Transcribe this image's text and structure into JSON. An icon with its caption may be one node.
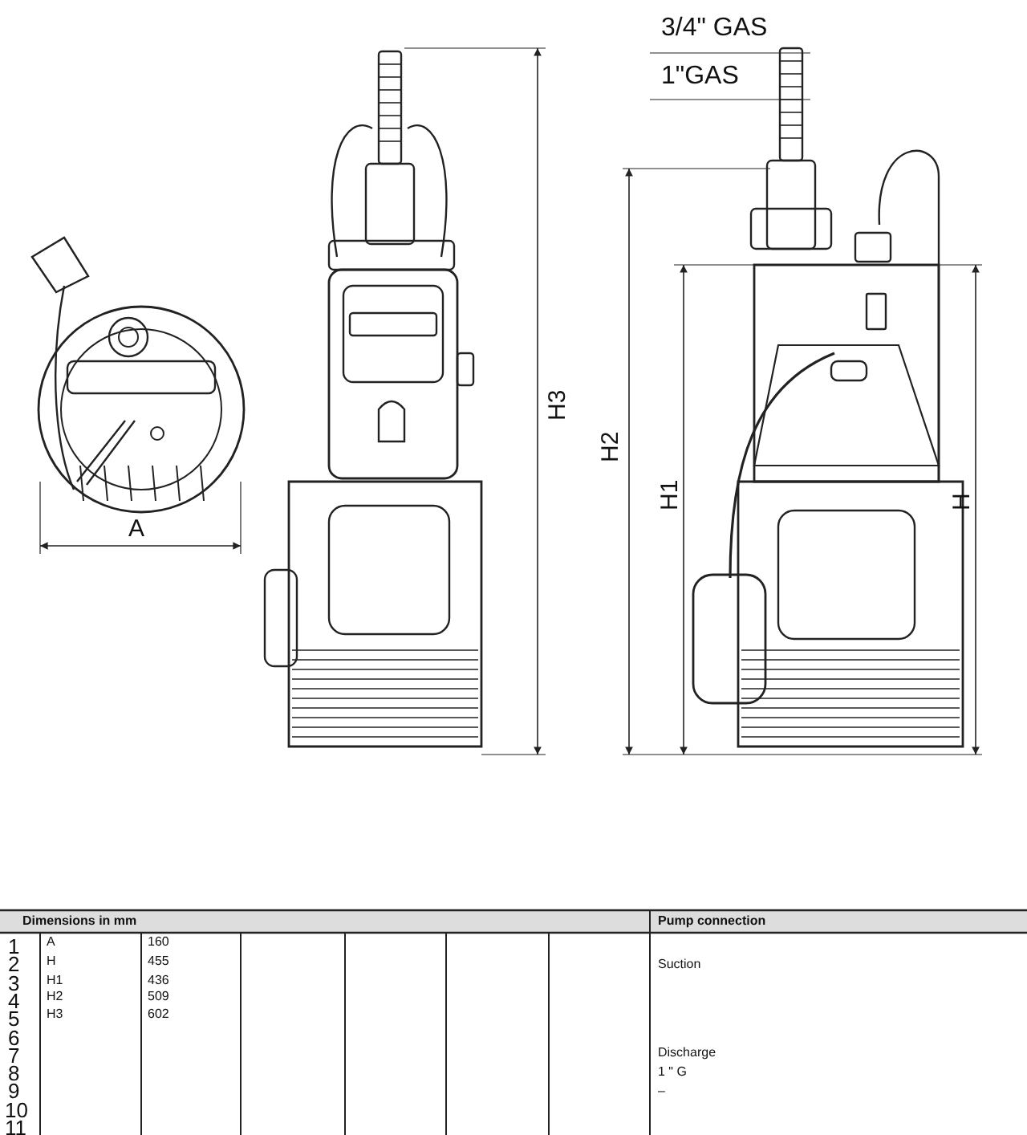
{
  "diagram": {
    "labels": [
      "3/4\" GAS",
      "1\"GAS",
      "A",
      "H3",
      "H2",
      "H1",
      "H",
      "Dimensions in mm",
      "Pump connection",
      "1",
      "A",
      "160",
      "2",
      "H",
      "455",
      "Suction",
      "3",
      "H1",
      "436",
      "4",
      "H2",
      "509",
      "5",
      "H3",
      "602",
      "6",
      "7",
      "Discharge",
      "8",
      "1 \" G",
      "9",
      "–",
      "10",
      "11"
    ]
  }
}
